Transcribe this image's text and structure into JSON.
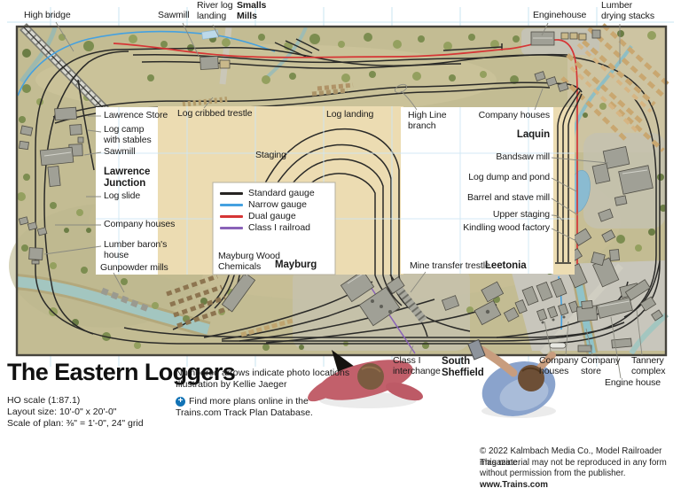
{
  "illustration": {
    "title": "The Eastern Loggers",
    "specs": [
      "HO scale (1:87.1)",
      "Layout size: 10'-0\" x 20'-0\"",
      "Scale of plan: ⅜\" = 1'-0\", 24\" grid"
    ],
    "credits": [
      "Numbered arrows indicate photo locations",
      "Illustration by Kellie Jaeger"
    ],
    "promo": {
      "line1": "Find more plans online in the",
      "line2": "Trains.com Track Plan Database."
    },
    "copyright": [
      "© 2022 Kalmbach Media Co., Model Railroader magazine.",
      "This material may not be reproduced in any form",
      "without permission from the publisher.",
      "www.Trains.com"
    ]
  },
  "legend": {
    "items": [
      {
        "label": "Standard gauge",
        "color": "#262422"
      },
      {
        "label": "Narrow gauge",
        "color": "#45a1e0"
      },
      {
        "label": "Dual gauge",
        "color": "#d63535"
      },
      {
        "label": "Class I railroad",
        "color": "#8a62b8"
      }
    ]
  },
  "labels": {
    "high_bridge": "High bridge",
    "sawmill_top": "Sawmill",
    "river_log_landing": "River log\nlanding",
    "smalls_mills": "Smalls\nMills",
    "enginehouse": "Enginehouse",
    "lumber_drying_stacks": "Lumber\ndrying stacks",
    "lawrence_store": "Lawrence Store",
    "log_camp": "Log camp\nwith stables",
    "sawmill_left": "Sawmill",
    "lawrence_junction": "Lawrence\nJunction",
    "log_slide": "Log slide",
    "company_houses_left": "Company houses",
    "lumber_barons_house": "Lumber baron's\nhouse",
    "gunpowder_mills": "Gunpowder mills",
    "log_cribbed_trestle": "Log cribbed trestle",
    "log_landing": "Log landing",
    "staging": "Staging",
    "high_line_branch": "High Line\nbranch",
    "company_houses_top": "Company houses",
    "laquin": "Laquin",
    "bandsaw_mill": "Bandsaw mill",
    "log_dump_pond": "Log dump and pond",
    "barrel_stave_mill": "Barrel and stave mill",
    "upper_staging": "Upper staging",
    "kindling_wood_factory": "Kindling wood factory",
    "mine_transfer_trestle": "Mine transfer trestle",
    "leetonia": "Leetonia",
    "mayburg_wood_chemicals": "Mayburg Wood\nChemicals",
    "mayburg": "Mayburg",
    "class_i_interchange": "Class I\ninterchange",
    "south_sheffield": "South\nSheffield",
    "company_houses_bottom": "Company\nhouses",
    "company_store": "Company\nstore",
    "engine_house": "Engine house",
    "tannery_complex": "Tannery\ncomplex"
  }
}
